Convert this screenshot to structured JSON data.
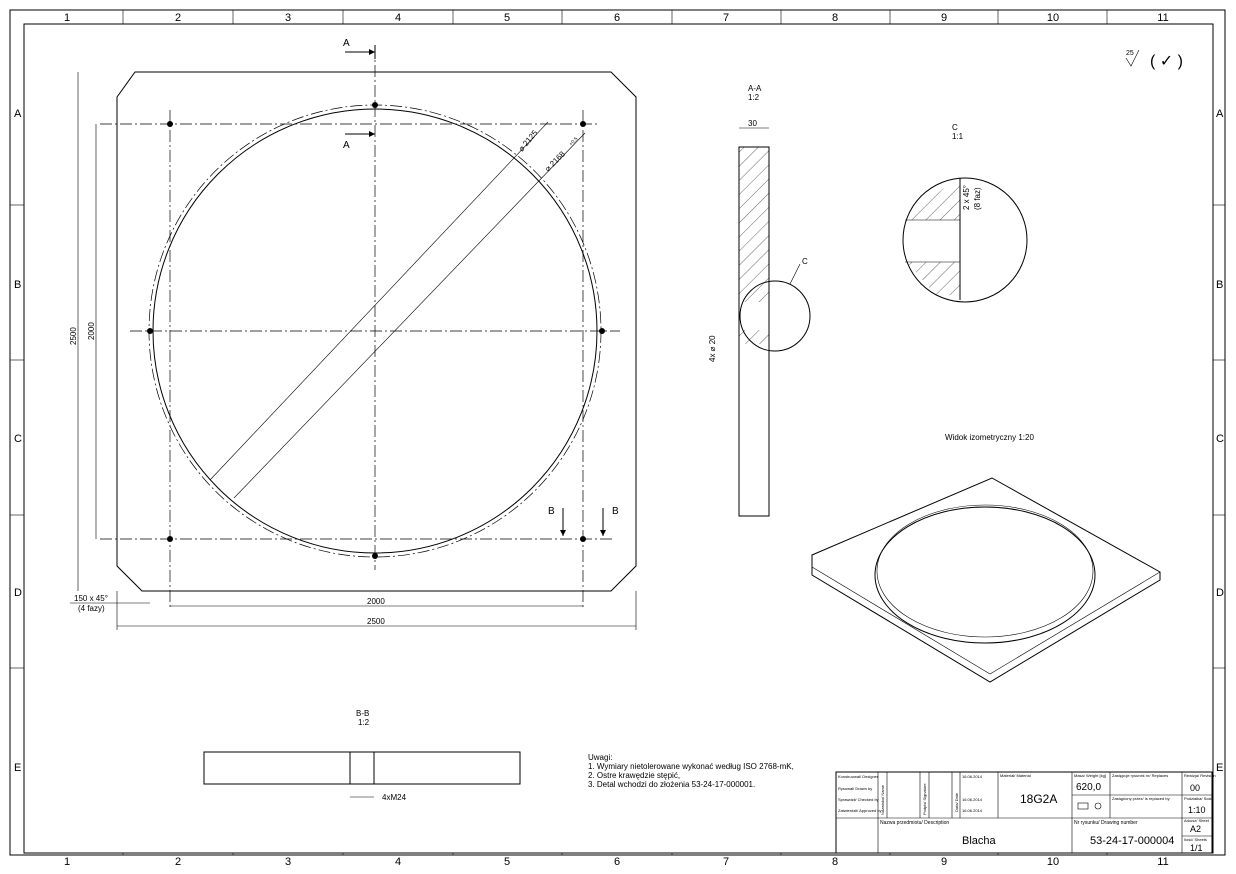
{
  "frame": {
    "columns": [
      "1",
      "2",
      "3",
      "4",
      "5",
      "6",
      "7",
      "8",
      "9",
      "10",
      "11"
    ],
    "rows": [
      "A",
      "B",
      "C",
      "D",
      "E"
    ]
  },
  "surface": {
    "roughness": "25",
    "symbol": "( ✓ )"
  },
  "main_view": {
    "section_a": "A",
    "section_b": "B",
    "dim_height_outer": "2500",
    "dim_height_inner": "2000",
    "dim_width_inner": "2000",
    "dim_width_outer": "2500",
    "dim_dia_1": "⌀ 2125",
    "dim_dia_2": "⌀ 2168",
    "dim_dia_2_tol": "+0.5",
    "chamfer_line1": "150  x  45°",
    "chamfer_line2": "(4 fazy)"
  },
  "section_aa": {
    "title": "A-A",
    "scale": "1:2",
    "dim_thickness": "30",
    "holes": "4x ⌀ 20",
    "detail_ref": "C"
  },
  "detail_c": {
    "title": "C",
    "scale": "1:1",
    "chamfer_line1": "2  x  45°",
    "chamfer_line2": "(8 faz)"
  },
  "iso_view": {
    "title": "Widok izometryczny 1:20"
  },
  "section_bb": {
    "title": "B-B",
    "scale": "1:2",
    "thread": "4xM24"
  },
  "notes": {
    "heading": "Uwagi:",
    "items": [
      "1. Wymiary nietolerowane wykonać według ISO 2768-mK,",
      "2. Ostre krawędzie stępić,",
      "3. Detal wchodzi do złożenia 53-24-17-000001."
    ]
  },
  "title_block": {
    "designer_label": "Konstruował/ Designer",
    "drawn_label": "Rysował/ Drawn by",
    "checked_label": "Sprawdził/ Checked by",
    "approved_label": "Zatwierdził/ Approved by",
    "name_label": "Nazwisko/ Name",
    "signature_label": "Podpis/ Signature",
    "date_label": "Data/ Date",
    "dates": [
      "16.06.2014",
      "16.06.2014",
      "16.06.2014"
    ],
    "material_label": "Materiał/ Material",
    "material": "18G2A",
    "mass_label": "Masa/ Weight [kg]",
    "mass": "620,0",
    "replaces_label": "Zastępuje rysunek nr/ Replaces",
    "replaced_by_label": "Zastąpiony przez/ Is replaced by",
    "revision_label": "Rewizja/ Revision",
    "revision": "00",
    "scale_label": "Podziałka/ Scale",
    "scale": "1:10",
    "sheet_label": "Arkusz/ Sheet",
    "sheet": "A2",
    "sheets_label": "Ilość/ Sheets",
    "sheets": "1/1",
    "description_label": "Nazwa przedmiotu/ Description",
    "description": "Blacha",
    "drawing_number_label": "Nr rysunku/ Drawing number",
    "drawing_number": "53-24-17-000004"
  }
}
